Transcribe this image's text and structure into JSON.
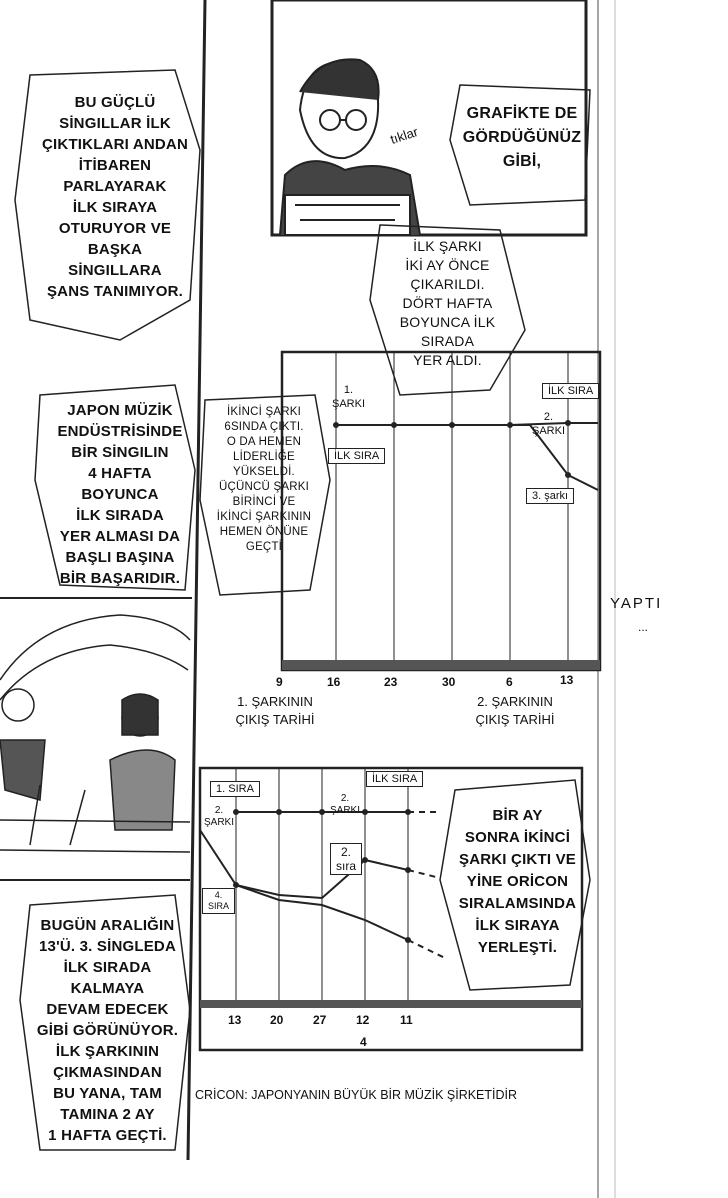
{
  "bubbles": {
    "b1": [
      "BU GÜÇLÜ",
      "SİNGILLAR  İLK",
      "ÇIKTIKLARI ANDAN",
      "İTİBAREN PARLAYARAK",
      "İLK SIRAYA",
      "OTURUYOR VE",
      "BAŞKA SİNGILLARA",
      "ŞANS TANIMIYOR."
    ],
    "b2": [
      "JAPON MÜZİK",
      "ENDÜSTRİSİNDE",
      "BİR SİNGILIN",
      "4 HAFTA BOYUNCA",
      "İLK SIRADA",
      "YER ALMASI DA",
      "BAŞLI BAŞINA",
      "BİR BAŞARIDIR."
    ],
    "b3": [
      "BUGÜN ARALIĞIN",
      "13'Ü. 3. SİNGLEDA",
      "İLK SIRADA KALMAYA",
      "DEVAM EDECEK",
      "GİBİ GÖRÜNÜYOR.",
      "İLK ŞARKININ",
      "ÇIKMASINDAN",
      "BU YANA, TAM",
      "TAMINA 2 AY",
      "1 HAFTA GEÇTİ."
    ],
    "b4": [
      "GRAFİKTE DE",
      "GÖRDÜĞÜNÜZ",
      "GİBİ,"
    ],
    "b5": [
      "İLK ŞARKI",
      "İKİ AY ÖNCE",
      "ÇIKARILDI.",
      "DÖRT HAFTA",
      "BOYUNCA İLK",
      "SIRADA",
      "YER ALDI."
    ],
    "b6": [
      "İKİNCİ ŞARKI",
      "6SINDA ÇIKTI.",
      "O DA HEMEN",
      "LİDERLİĞE",
      "YÜKSELDİ.",
      "ÜÇÜNCÜ ŞARKI",
      "BİRİNCİ VE",
      "İKİNCİ ŞARKININ",
      "HEMEN ÖNÜNE",
      "GEÇTİ"
    ],
    "b7": [
      "BİR AY",
      "SONRA İKİNCİ",
      "ŞARKI ÇIKTI VE",
      "YİNE ORİCON",
      "SIRALAMSINDA",
      "İLK SIRAYA",
      "YERLEŞTİ."
    ]
  },
  "sfx": {
    "tiklar": "tıklar",
    "yapti": "YAPTI",
    "dots": "..."
  },
  "chart_top": {
    "x_ticks": [
      "9",
      "16",
      "23",
      "30",
      "6",
      "13"
    ],
    "labels": {
      "song1": "1.\nŞARKI",
      "song2": "2.\nŞARKI",
      "song3": "3. şarkı",
      "ilk_sira_1": "İLK SIRA",
      "ilk_sira_2": "İLK SIRA"
    },
    "release_1": [
      "1. ŞARKININ",
      "ÇIKIŞ TARİHİ"
    ],
    "release_2": [
      "2. ŞARKININ",
      "ÇIKIŞ TARİHİ"
    ]
  },
  "chart_bottom": {
    "x_ticks": [
      "13",
      "20",
      "27",
      "12",
      "11"
    ],
    "month": "4",
    "labels": {
      "sira1": "1. SIRA",
      "song2": "2.\nŞARKI",
      "song2b": "2.\nŞARKI",
      "ilk_sira": "İLK SIRA",
      "sira2": "2.\nsıra",
      "sira4": "4.\nSIRA"
    }
  },
  "footer_note": "CRİCON:  JAPONYANIN BÜYÜK BİR  MÜZİK ŞİRKETİDİR"
}
